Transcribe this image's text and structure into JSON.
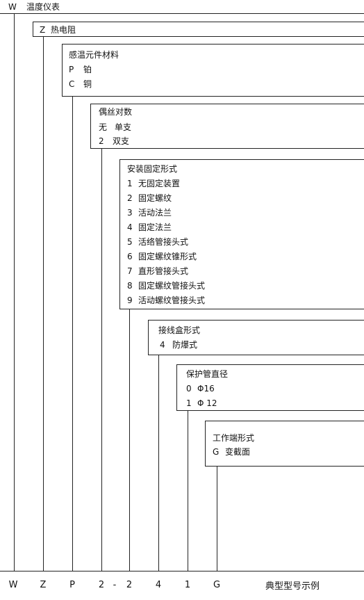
{
  "top": {
    "code": "W",
    "label": "温度仪表"
  },
  "boxes": [
    {
      "code": "Z",
      "title": "热电阻",
      "items": []
    },
    {
      "title": "感温元件材料",
      "items": [
        {
          "code": "P",
          "label": "铂"
        },
        {
          "code": "C",
          "label": "铜"
        }
      ]
    },
    {
      "title": "偶丝对数",
      "items": [
        {
          "code": "无",
          "label": "单支"
        },
        {
          "code": "2",
          "label": "双支"
        }
      ]
    },
    {
      "title": "安装固定形式",
      "items": [
        {
          "code": "1",
          "label": "无固定装置"
        },
        {
          "code": "2",
          "label": "固定螺纹"
        },
        {
          "code": "3",
          "label": "活动法兰"
        },
        {
          "code": "4",
          "label": "固定法兰"
        },
        {
          "code": "5",
          "label": "活络管接头式"
        },
        {
          "code": "6",
          "label": "固定螺纹锥形式"
        },
        {
          "code": "7",
          "label": "直形管接头式"
        },
        {
          "code": "8",
          "label": "固定螺纹管接头式"
        },
        {
          "code": "9",
          "label": "活动螺纹管接头式"
        }
      ]
    },
    {
      "title": "接线盒形式",
      "items": [
        {
          "code": "4",
          "label": "防爆式"
        }
      ]
    },
    {
      "title": "保护管直径",
      "items": [
        {
          "code": "0",
          "label": "Φ16"
        },
        {
          "code": "1",
          "label": "Φ 12"
        }
      ]
    },
    {
      "title": "工作端形式",
      "items": [
        {
          "code": "G",
          "label": "变截面"
        }
      ]
    }
  ],
  "bottom": {
    "codes": [
      "W",
      "Z",
      "P",
      "2",
      "-",
      "2",
      "4",
      "1",
      "G"
    ],
    "caption": "典型型号示例"
  }
}
